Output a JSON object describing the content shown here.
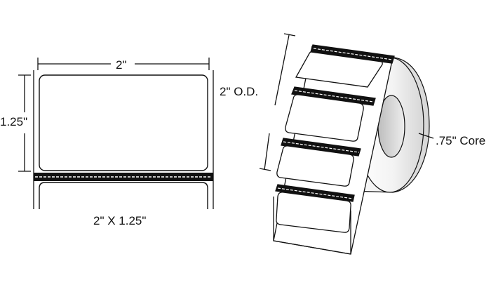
{
  "labels": {
    "width_top": "2\"",
    "height": "1.25\"",
    "size": "2\" X 1.25\"",
    "outer_diameter": "2\" O.D.",
    "core": ".75\" Core"
  },
  "colors": {
    "stroke": "#111111",
    "label_fill": "#ffffff",
    "roll_side": "#f2f2f2",
    "roll_shade": "#dcdcdc",
    "core_fill": "#d9d9d9",
    "liner": "#111111",
    "perforation": "#ffffff"
  }
}
